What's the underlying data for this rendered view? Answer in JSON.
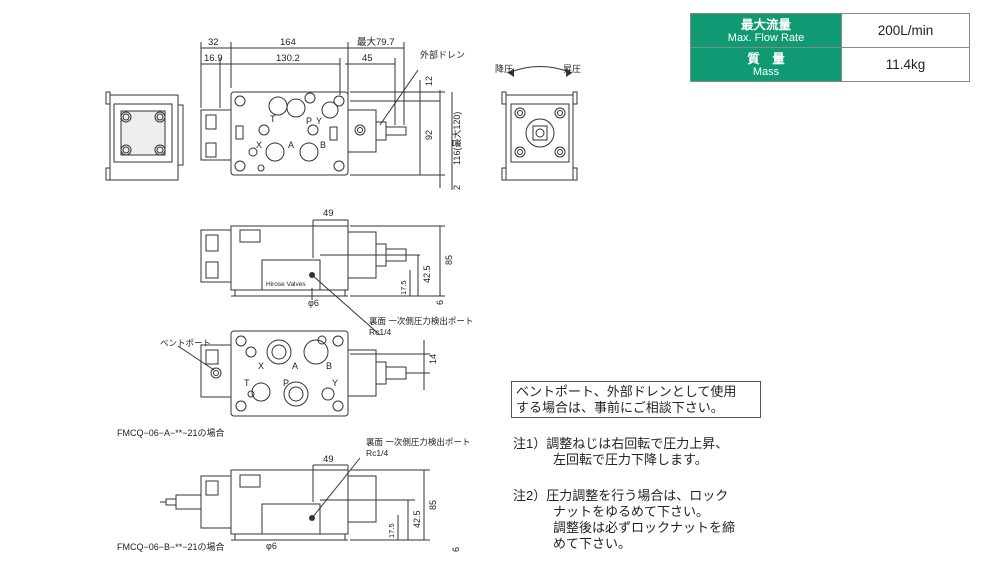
{
  "spec_table": {
    "row1": {
      "label_jp": "最大流量",
      "label_en": "Max. Flow Rate",
      "value": "200L/min"
    },
    "row2": {
      "label_jp": "質　量",
      "label_en": "Mass",
      "value": "11.4kg"
    },
    "header_color": "#0f9a73"
  },
  "top_view": {
    "dims": {
      "d32": "32",
      "d164": "164",
      "dmax": "最大79.7",
      "d169": "16.9",
      "d1302": "130.2",
      "d45": "45",
      "d12": "12",
      "d92": "92",
      "d116": "116(最大120)",
      "d2": "2"
    },
    "drain_label": "外部ドレン",
    "ports": {
      "t": "T",
      "p": "P",
      "y": "Y",
      "x": "X",
      "a": "A",
      "b": "B"
    }
  },
  "rotation": {
    "down": "降圧",
    "up": "昇圧"
  },
  "front_view": {
    "dims": {
      "d49": "49",
      "d85": "85",
      "d425": "42.5",
      "d175": "17.5",
      "d6": "6",
      "phi6": "φ6"
    },
    "brand": "Hirose Valves"
  },
  "back_port_label": {
    "line1": "裏面 一次側圧力検出ポート",
    "line2": "Rc1/4"
  },
  "bottom_view": {
    "vent_label": "ベントポート",
    "dim14": "14",
    "ports": {
      "x": "X",
      "a": "A",
      "b": "B",
      "t": "T",
      "p": "P",
      "y": "Y"
    },
    "caption": "FMCQ−06−A−**−21の場合"
  },
  "b_view": {
    "back_port_line1": "裏面 一次側圧力検出ポート",
    "back_port_line2": "Rc1/4",
    "dims": {
      "d49": "49",
      "d85": "85",
      "d425": "42.5",
      "d175": "17.5",
      "d6": "6",
      "phi6": "φ6"
    },
    "caption": "FMCQ−06−B−**−21の場合"
  },
  "notes": {
    "box": "ベントポート、外部ドレンとして使用する場合は、事前にご相談下さい。",
    "box_line1": "ベントポート、外部ドレンとして使用",
    "box_line2": "する場合は、事前にご相談下さい。",
    "note1_line1": "注1）調整ねじは右回転で圧力上昇、",
    "note1_line2": "左回転で圧力下降します。",
    "note2_line1": "注2）圧力調整を行う場合は、ロック",
    "note2_line2": "ナットをゆるめて下さい。",
    "note2_line3": "調整後は必ずロックナットを締",
    "note2_line4": "めて下さい。"
  }
}
